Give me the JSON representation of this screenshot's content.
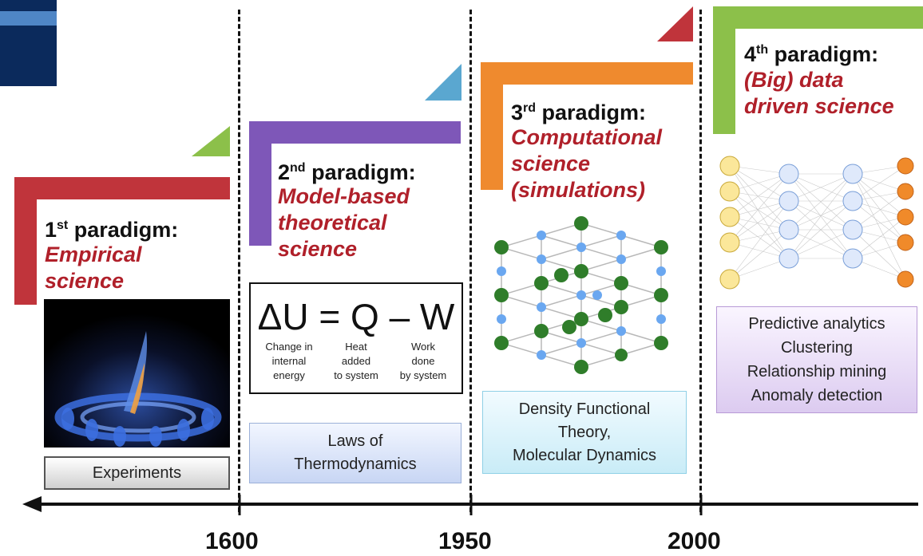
{
  "paradigms": [
    {
      "num": "1",
      "sup": "st",
      "title": " paradigm:",
      "line1": "Empirical",
      "line2": "science",
      "line3": ""
    },
    {
      "num": "2",
      "sup": "nd",
      "title": " paradigm:",
      "line1": "Model-based",
      "line2": "theoretical",
      "line3": "science"
    },
    {
      "num": "3",
      "sup": "rd",
      "title": " paradigm:",
      "line1": "Computational",
      "line2": "science",
      "line3": "(simulations)"
    },
    {
      "num": "4",
      "sup": "th",
      "title": " paradigm:",
      "line1": "(Big) data",
      "line2": "driven science",
      "line3": ""
    }
  ],
  "equation": {
    "formula": "ΔU = Q – W",
    "terms": [
      {
        "l1": "Change in",
        "l2": "internal",
        "l3": "energy"
      },
      {
        "l1": "Heat",
        "l2": "added",
        "l3": "to system"
      },
      {
        "l1": "Work",
        "l2": "done",
        "l3": "by system"
      }
    ]
  },
  "boxes": {
    "experiments": "Experiments",
    "thermo_1": "Laws of",
    "thermo_2": "Thermodynamics",
    "dft_1": "Density Functional",
    "dft_2": "Theory,",
    "dft_3": "Molecular Dynamics",
    "ml_1": "Predictive analytics",
    "ml_2": "Clustering",
    "ml_3": "Relationship mining",
    "ml_4": "Anomaly detection"
  },
  "years": [
    "1600",
    "1950",
    "2000"
  ],
  "colors": {
    "p1": "#c0343b",
    "p2": "#7e57b8",
    "p3": "#ef8a2e",
    "p4": "#8cc04a",
    "accent": "#b0202a"
  }
}
